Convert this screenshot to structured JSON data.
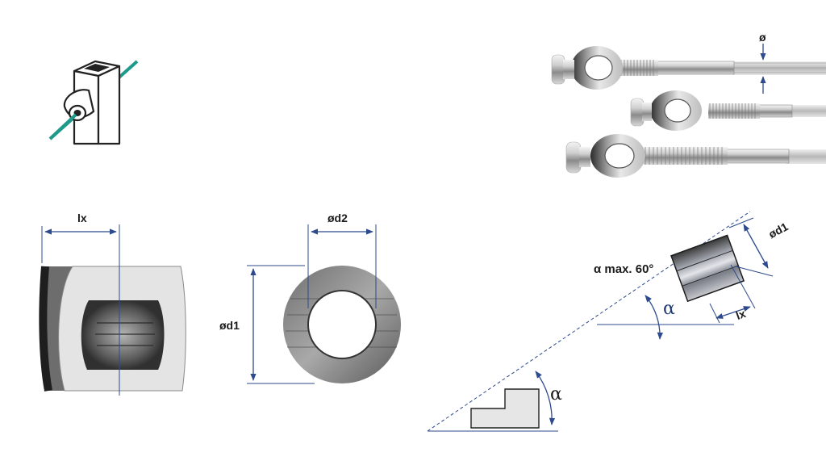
{
  "labels": {
    "lx_top": "lx",
    "od2": "ød2",
    "od1_left": "ød1",
    "diameter_wire": "ø",
    "od1_right": "ød1",
    "lx_right": "lx",
    "alpha_max": "α max. 60°",
    "alpha_mid": "α",
    "alpha_bottom": "α"
  },
  "colors": {
    "dimension": "#2c4a8c",
    "wire": "#1f9a8a",
    "outline": "#222222",
    "fill_light": "#e6e6e6"
  },
  "icons": {
    "post_icon": "square-post-with-cable-icon",
    "cable_terminals": "cable-eye-terminal-icon"
  }
}
